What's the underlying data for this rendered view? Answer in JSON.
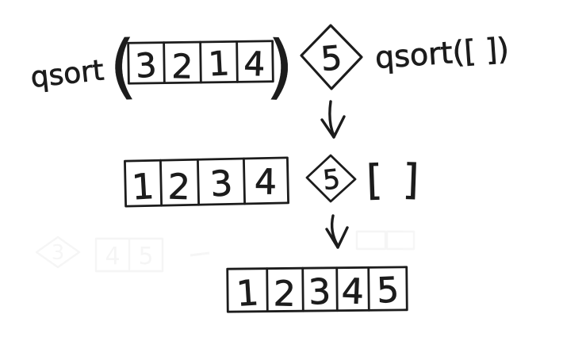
{
  "meta": {
    "background_color": "#ffffff",
    "ink_color": "#1c1c1c",
    "ghost_color": "#8a8a8a"
  },
  "top_row": {
    "function_label": "qsort",
    "open_paren": "(",
    "close_paren": ")",
    "array": [
      "3",
      "2",
      "1",
      "4"
    ],
    "pivot": "5",
    "recursive_call": "qsort([ ])"
  },
  "middle_row": {
    "array": [
      "1",
      "2",
      "3",
      "4"
    ],
    "pivot": "5",
    "open_bracket": "[",
    "close_bracket": "]"
  },
  "bottom_row": {
    "array": [
      "1",
      "2",
      "3",
      "4",
      "5"
    ]
  },
  "ghost_remnant": {
    "pivot": "3",
    "cells": [
      "4",
      "5"
    ]
  }
}
